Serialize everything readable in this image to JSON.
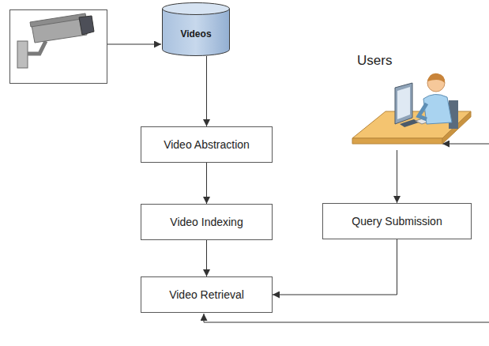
{
  "diagram": {
    "nodes": [
      {
        "text": [
          "Videos"
        ]
      },
      {
        "text": [
          "Users"
        ]
      },
      {
        "text": [
          "Video Abstraction"
        ]
      },
      {
        "text": [
          "Video Indexing"
        ]
      },
      {
        "text": [
          "Query Submission"
        ]
      },
      {
        "text": [
          "Video Retrieval"
        ]
      }
    ],
    "edges": [
      {
        "from": 0,
        "to": 2,
        "arrow": "to"
      },
      {
        "from": 2,
        "to": 3,
        "arrow": "to"
      },
      {
        "from": 3,
        "to": 5,
        "arrow": "to"
      },
      {
        "from": 1,
        "to": 4,
        "arrow": "to"
      },
      {
        "from": 4,
        "to": 5,
        "arrow": "to"
      }
    ]
  }
}
